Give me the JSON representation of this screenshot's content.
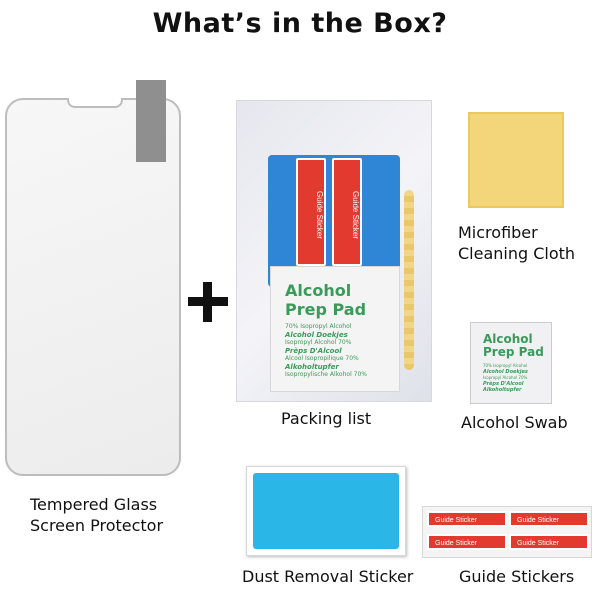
{
  "title": "What’s in the Box?",
  "items": {
    "protector": {
      "caption_line1": "Tempered Glass",
      "caption_line2": "Screen Protector"
    },
    "packing": {
      "caption": "Packing list"
    },
    "cloth": {
      "caption_line1": "Microfiber",
      "caption_line2": "Cleaning Cloth"
    },
    "swab": {
      "caption": "Alcohol Swab"
    },
    "dust": {
      "caption": "Dust Removal Sticker"
    },
    "guide": {
      "caption": "Guide Stickers"
    }
  },
  "prep_pad": {
    "heading1": "Alcohol",
    "heading2": "Prep Pad",
    "lines": [
      "70% Isopropyl Alcohol",
      "Alcohol Doekjes",
      "Isopropyl Alcohol 70%",
      "Prèps D'Alcool",
      "Alcool Isopropilique 70%",
      "Alkoholtupfer",
      "Isopropylische Alkohol 70%"
    ]
  },
  "swab_pad": {
    "heading1": "Alcohol",
    "heading2": "Prep Pad",
    "lines": [
      "70% Isopropyl Alcohol",
      "Alcohol Doekjes",
      "Isopropyl Alcohol 70%",
      "Prèps D'Alcool",
      "Alkoholtupfer"
    ]
  },
  "sticker_label": "Guide Sticker",
  "colors": {
    "accent_red": "#e33a2f",
    "blue_card": "#2f86d6",
    "dust_blue": "#2ab6e6",
    "cloth_yellow": "#f4d67a",
    "prep_green": "#3a9a5a"
  }
}
